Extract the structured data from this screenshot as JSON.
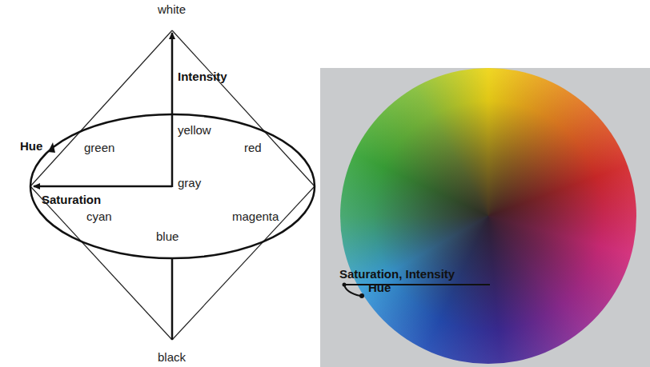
{
  "diagram": {
    "labels": [
      "white",
      "Intensity",
      "Hue",
      "yellow",
      "green",
      "red",
      "gray",
      "Saturation",
      "cyan",
      "blue",
      "magenta",
      "black",
      "Saturation, Intensity",
      "Hue"
    ]
  }
}
